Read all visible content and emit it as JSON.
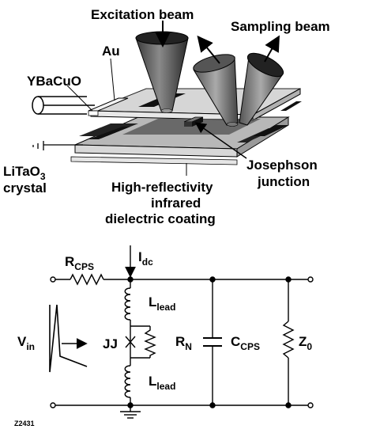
{
  "top_labels": {
    "excitation_beam": "Excitation beam",
    "sampling_beam": "Sampling beam",
    "ybacuo": "YBaCuO",
    "au": "Au",
    "litao3_main": "LiTaO",
    "litao3_sub": "3",
    "crystal": "crystal",
    "josephson_line1": "Josephson",
    "josephson_line2": "junction",
    "coating_line1": "High-reflectivity",
    "coating_line2": "infrared",
    "coating_line3": "dielectric coating"
  },
  "circuit": {
    "r_cps_main": "R",
    "r_cps_sub": "CPS",
    "i_dc_main": "I",
    "i_dc_sub": "dc",
    "l_lead_top_main": "L",
    "l_lead_top_sub": "lead",
    "l_lead_bottom_main": "L",
    "l_lead_bottom_sub": "lead",
    "v_in_main": "V",
    "v_in_sub": "in",
    "jj": "JJ",
    "r_n_main": "R",
    "r_n_sub": "N",
    "c_cps_main": "C",
    "c_cps_sub": "CPS",
    "z0_main": "Z",
    "z0_sub": "0"
  },
  "figure_id": "Z2431"
}
